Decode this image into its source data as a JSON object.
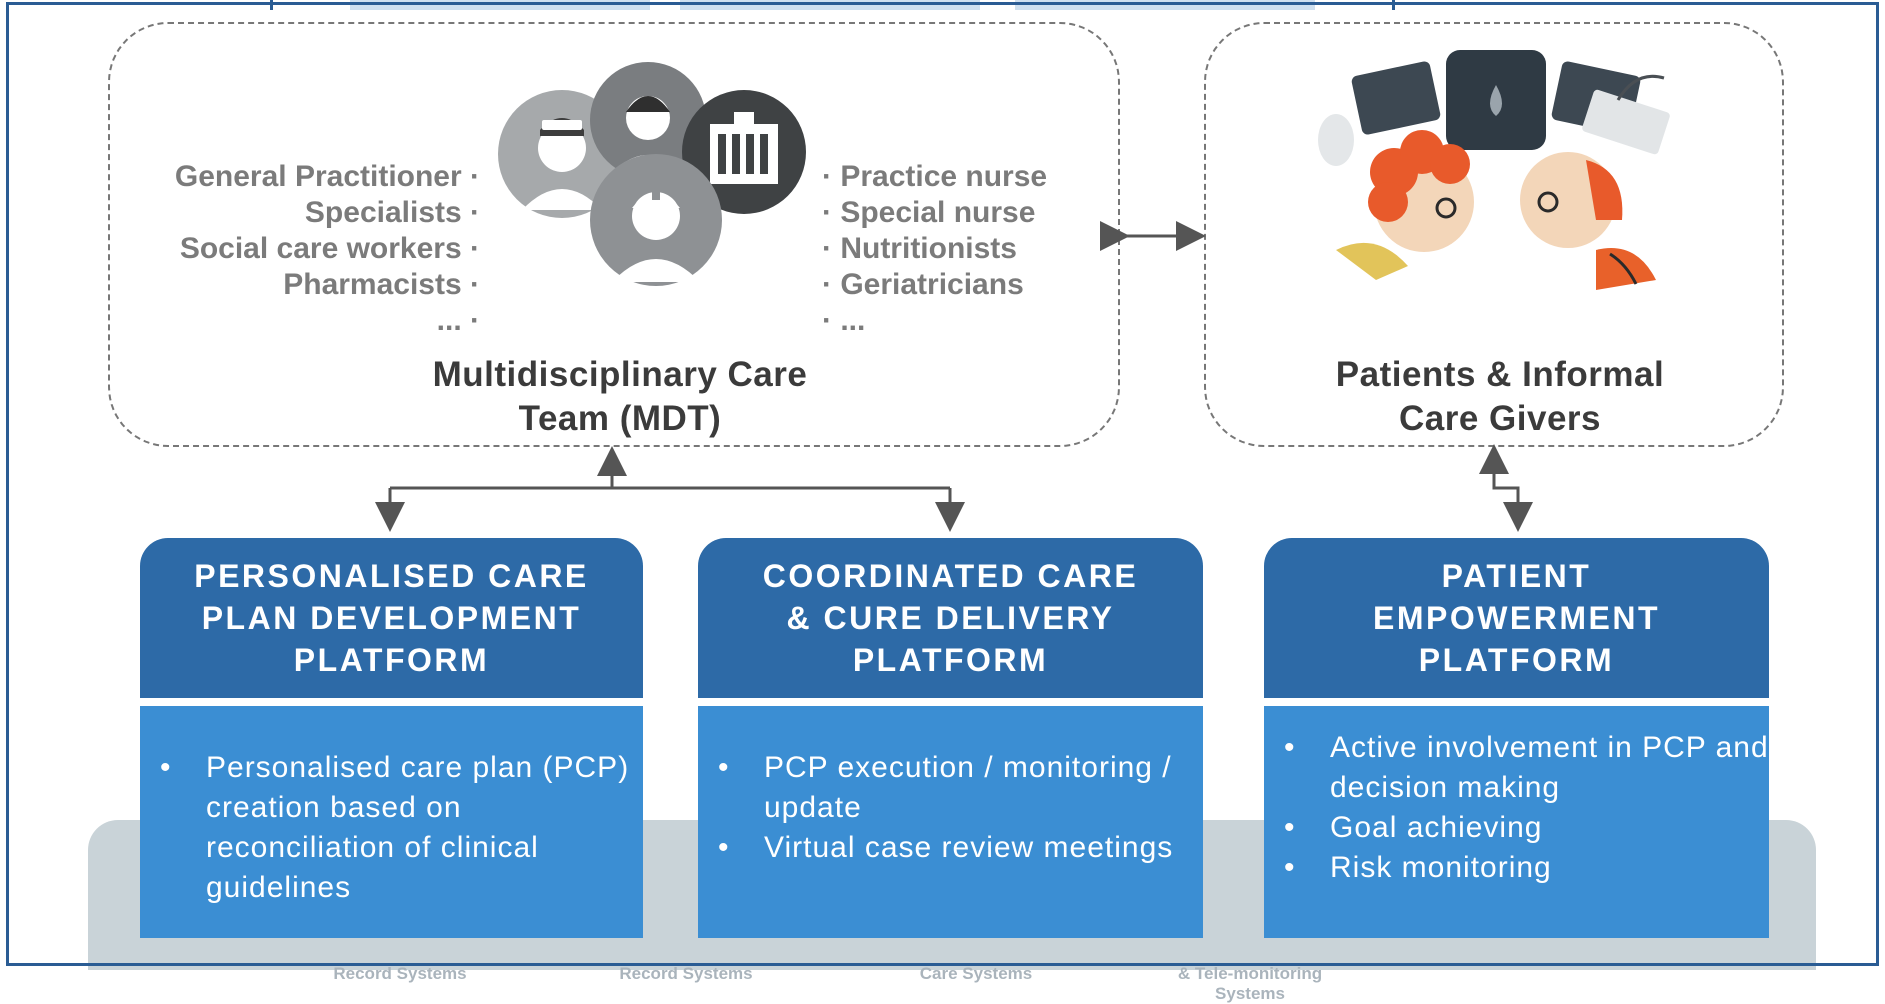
{
  "mdt": {
    "title_line1": "Multidisciplinary Care",
    "title_line2": "Team (MDT)",
    "left_roles": [
      "General Practitioner ·",
      "Specialists ·",
      "Social care workers ·",
      "Pharmacists ·",
      "... ·"
    ],
    "right_roles": [
      "· Practice nurse",
      "· Special nurse",
      "· Nutritionists",
      "· Geriatricians",
      "· ..."
    ]
  },
  "patients": {
    "title_line1": "Patients & Informal",
    "title_line2": "Care Givers"
  },
  "platforms": [
    {
      "title_lines": [
        "PERSONALISED CARE",
        "PLAN DEVELOPMENT",
        "PLATFORM"
      ],
      "bullets": [
        "Personalised care plan (PCP) creation based on reconciliation of clinical guidelines"
      ]
    },
    {
      "title_lines": [
        "COORDINATED CARE",
        "& CURE DELIVERY",
        "PLATFORM"
      ],
      "bullets": [
        "PCP execution / monitoring / update",
        "Virtual case review meetings"
      ]
    },
    {
      "title_lines": [
        "PATIENT",
        "EMPOWERMENT",
        "PLATFORM"
      ],
      "bullets": [
        "Active involvement in PCP and decision making",
        "Goal achieving",
        "Risk monitoring"
      ]
    }
  ],
  "footer_labels": [
    "Record Systems",
    "Record Systems",
    "Care Systems",
    "& Tele-monitoring",
    "Systems"
  ],
  "colors": {
    "platform_header": "#2d6aa7",
    "platform_body": "#3b8ed3",
    "frame": "#2a5c94",
    "dashed_border": "#777777"
  }
}
